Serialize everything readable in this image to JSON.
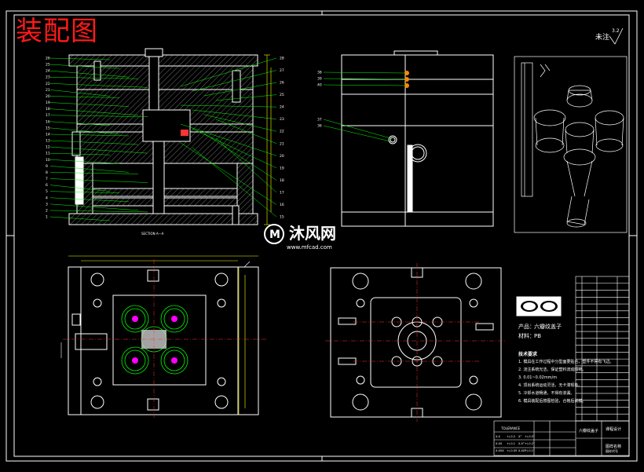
{
  "title": "装配图",
  "roughness": {
    "label": "未注",
    "value": "3.2"
  },
  "section_label": "SECTION A—A",
  "product": {
    "name_label": "产品：",
    "name": "六瓣纹盖子",
    "material_label": "材料：",
    "material": "PB"
  },
  "tech_requirements": {
    "heading": "技术要求",
    "items": [
      "1. 模具在工作过程中分型面要贴合，塑件不得有飞边。",
      "2. 浇注系统光洁，保证塑料流动顺畅。",
      "3. 0.01~0.02mm/m",
      "4. 顶出系统运动灵活，无卡滞现象。",
      "5. 冷却水道畅通，不得有渗漏。",
      "6. 模具装配后按图检验，合格后试模。"
    ]
  },
  "tolerance_table": {
    "heading": "TOLERANCE",
    "rows": [
      [
        "X.X",
        "+/-0.2",
        "X°",
        "+/-0.5°"
      ],
      [
        "X.XX",
        "+/-0.1",
        "X.X°",
        "+/-0.2°"
      ],
      [
        "X.XXX",
        "+/-0.05",
        "X.XX°",
        "+/-0.1°"
      ]
    ]
  },
  "title_block": {
    "drawing_name": "六瓣纹盖子",
    "project": "课程设计",
    "school": "图样名称",
    "code": "图样代号"
  },
  "watermark": {
    "brand": "沐风网",
    "url": "www.mfcad.com"
  },
  "balloon_numbers_left": [
    "26",
    "25",
    "24",
    "23",
    "22",
    "21",
    "20",
    "19",
    "18",
    "17",
    "16",
    "15",
    "14",
    "13",
    "12",
    "11",
    "10",
    "9",
    "8",
    "7",
    "6",
    "5",
    "4",
    "3",
    "2",
    "1"
  ],
  "balloon_numbers_right": [
    "28",
    "27",
    "26",
    "25",
    "24",
    "23",
    "22",
    "21",
    "20",
    "19",
    "18",
    "17",
    "16",
    "15"
  ],
  "side_numbers": [
    "38",
    "39",
    "40",
    "37",
    "36"
  ],
  "colors": {
    "background": "#000000",
    "line": "#ffffff",
    "title": "#ff1a1a",
    "leader": "#00ff00",
    "dim": "#ffff00",
    "center": "#ff3333",
    "part": "#ff00ff"
  }
}
